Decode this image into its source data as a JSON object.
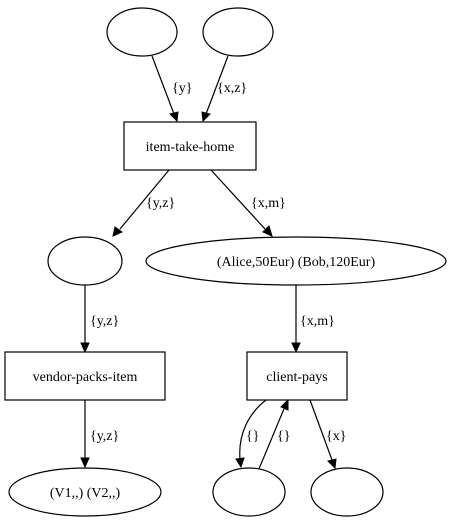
{
  "diagram": {
    "type": "petri-net",
    "nodes": [
      {
        "id": "p1",
        "kind": "place",
        "label": ""
      },
      {
        "id": "p2",
        "kind": "place",
        "label": ""
      },
      {
        "id": "t_item_take_home",
        "kind": "transition",
        "label": "item-take-home"
      },
      {
        "id": "p3",
        "kind": "place",
        "label": ""
      },
      {
        "id": "p4",
        "kind": "place",
        "label": "(Alice,50Eur) (Bob,120Eur)"
      },
      {
        "id": "t_vendor_packs_item",
        "kind": "transition",
        "label": "vendor-packs-item"
      },
      {
        "id": "t_client_pays",
        "kind": "transition",
        "label": "client-pays"
      },
      {
        "id": "p5",
        "kind": "place",
        "label": "(V1,,) (V2,,)"
      },
      {
        "id": "p6",
        "kind": "place",
        "label": ""
      },
      {
        "id": "p7",
        "kind": "place",
        "label": ""
      }
    ],
    "edges": [
      {
        "id": "e1",
        "from": "p1",
        "to": "t_item_take_home",
        "label": "{y}"
      },
      {
        "id": "e2",
        "from": "p2",
        "to": "t_item_take_home",
        "label": "{x,z}"
      },
      {
        "id": "e3",
        "from": "t_item_take_home",
        "to": "p3",
        "label": "{y,z}"
      },
      {
        "id": "e4",
        "from": "t_item_take_home",
        "to": "p4",
        "label": "{x,m}"
      },
      {
        "id": "e5",
        "from": "p3",
        "to": "t_vendor_packs_item",
        "label": "{y,z}"
      },
      {
        "id": "e6",
        "from": "p4",
        "to": "t_client_pays",
        "label": "{x,m}"
      },
      {
        "id": "e7",
        "from": "t_vendor_packs_item",
        "to": "p5",
        "label": "{y,z}"
      },
      {
        "id": "e8",
        "from": "t_client_pays",
        "to": "p6",
        "label": "{}"
      },
      {
        "id": "e9",
        "from": "p6",
        "to": "t_client_pays",
        "label": "{}"
      },
      {
        "id": "e10",
        "from": "t_client_pays",
        "to": "p7",
        "label": "{x}"
      }
    ]
  }
}
